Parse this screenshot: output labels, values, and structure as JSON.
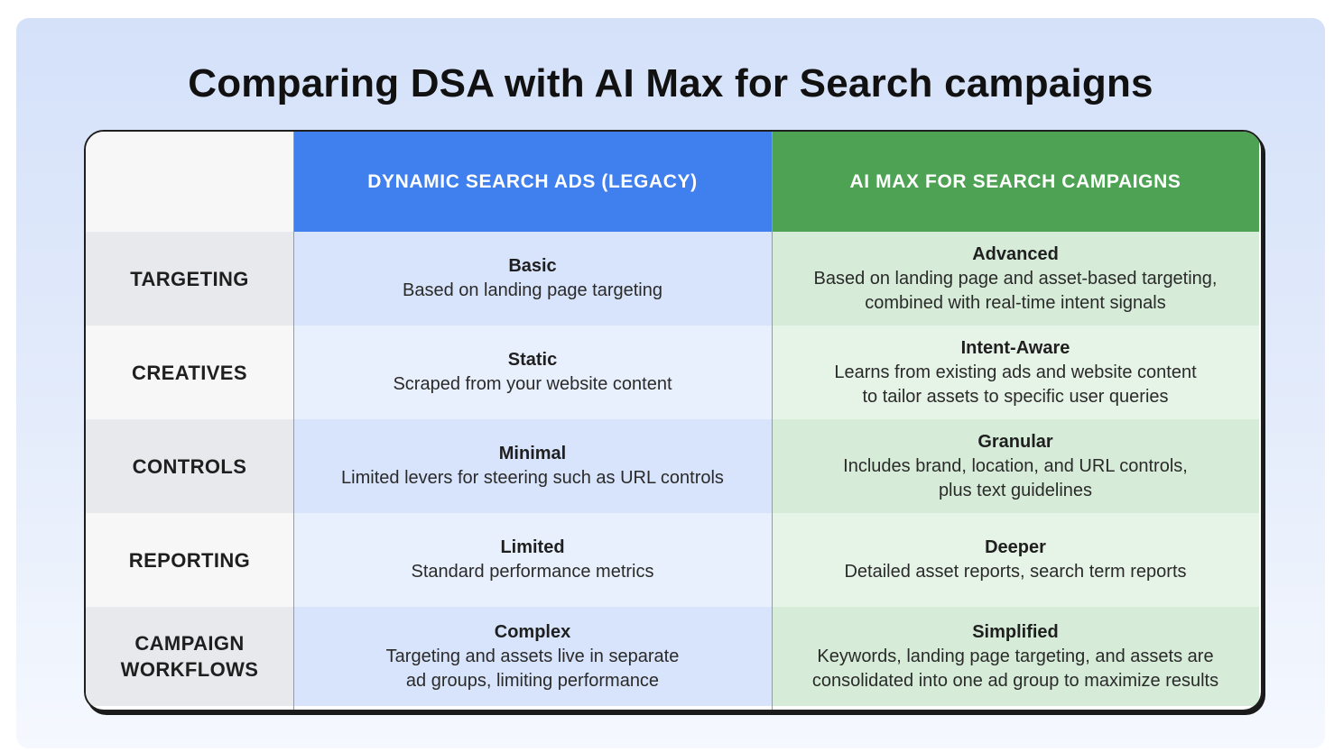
{
  "title": "Comparing DSA with AI Max for Search campaigns",
  "columns": {
    "dsa": "DYNAMIC SEARCH ADS (LEGACY)",
    "ai_max": "AI MAX FOR SEARCH CAMPAIGNS"
  },
  "rows": [
    {
      "label": [
        "TARGETING"
      ],
      "dsa": {
        "heading": "Basic",
        "lines": [
          "Based on landing page targeting"
        ]
      },
      "ai_max": {
        "heading": "Advanced",
        "lines": [
          "Based on landing page and asset-based targeting,",
          "combined with real-time intent signals"
        ]
      }
    },
    {
      "label": [
        "CREATIVES"
      ],
      "dsa": {
        "heading": "Static",
        "lines": [
          "Scraped from your website content"
        ]
      },
      "ai_max": {
        "heading": "Intent-Aware",
        "lines": [
          "Learns from existing ads and website content",
          "to tailor assets to specific user queries"
        ]
      }
    },
    {
      "label": [
        "CONTROLS"
      ],
      "dsa": {
        "heading": "Minimal",
        "lines": [
          "Limited levers for steering such as URL controls"
        ]
      },
      "ai_max": {
        "heading": "Granular",
        "lines": [
          "Includes brand, location, and URL controls,",
          "plus text guidelines"
        ]
      }
    },
    {
      "label": [
        "REPORTING"
      ],
      "dsa": {
        "heading": "Limited",
        "lines": [
          "Standard performance metrics"
        ]
      },
      "ai_max": {
        "heading": "Deeper",
        "lines": [
          "Detailed asset reports, search term reports"
        ]
      }
    },
    {
      "label": [
        "CAMPAIGN",
        "WORKFLOWS"
      ],
      "dsa": {
        "heading": "Complex",
        "lines": [
          "Targeting and assets live in separate",
          "ad groups, limiting performance"
        ]
      },
      "ai_max": {
        "heading": "Simplified",
        "lines": [
          "Keywords, landing page targeting, and assets are",
          "consolidated into one ad group to maximize results"
        ]
      }
    }
  ],
  "colors": {
    "dsa_header": "#3f7fee",
    "ai_max_header": "#4ea253"
  }
}
